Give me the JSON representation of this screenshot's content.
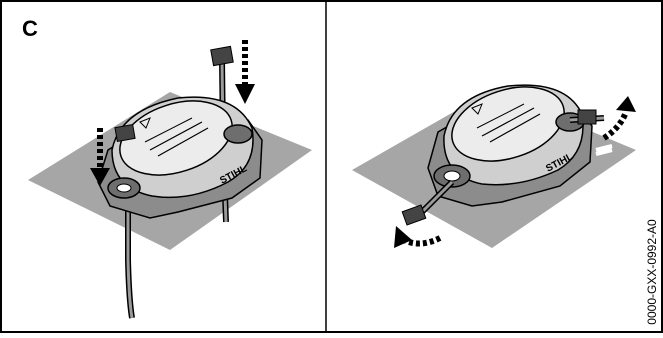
{
  "figure": {
    "panel_label": "C",
    "image_code": "0000-GXX-0992-A0",
    "brand_text": "STIHL",
    "panels": [
      {
        "step": "insert-cable-ties",
        "arrow_direction": "down"
      },
      {
        "step": "tighten-cable-ties",
        "arrow_direction": "outward-up"
      }
    ],
    "colors": {
      "surface": "#a6a6a6",
      "device_body": "#cfcfcf",
      "device_dark": "#5a5a5a",
      "outline": "#000000"
    }
  }
}
